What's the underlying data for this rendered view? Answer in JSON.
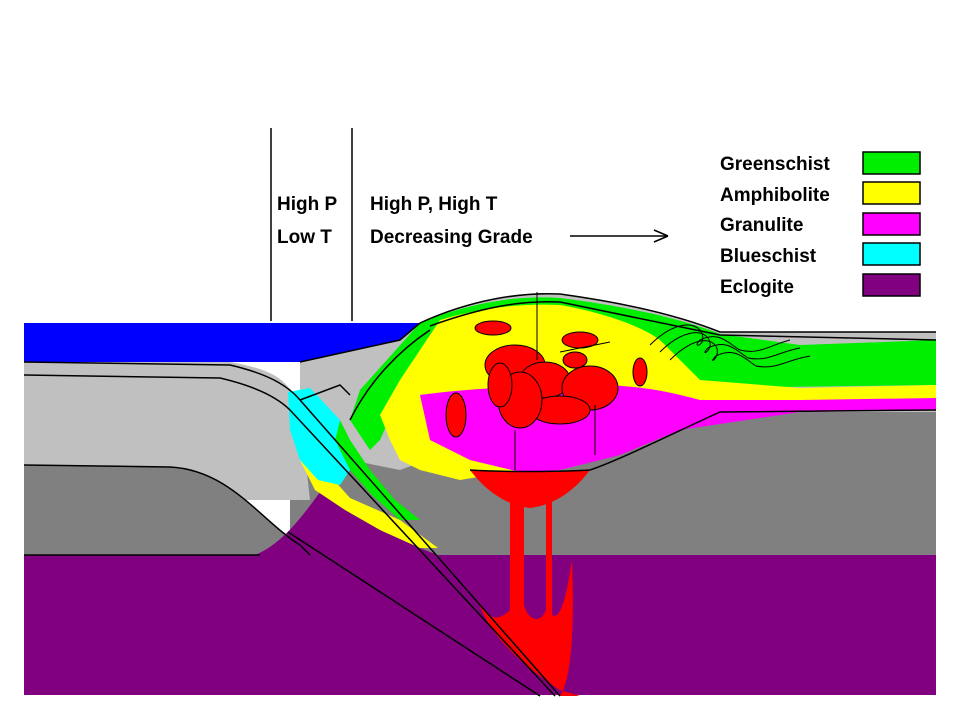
{
  "zone_labels": {
    "left": {
      "line1": "High P",
      "line2": "Low T"
    },
    "right": {
      "line1": "High P, High T",
      "line2": "Decreasing Grade"
    }
  },
  "legend": [
    {
      "label": "Greenschist",
      "color": "#00ee00"
    },
    {
      "label": "Amphibolite",
      "color": "#ffff00"
    },
    {
      "label": "Granulite",
      "color": "#ff00ff"
    },
    {
      "label": "Blueschist",
      "color": "#00ffff"
    },
    {
      "label": "Eclogite",
      "color": "#800080"
    }
  ],
  "colors": {
    "ocean": "#0000ff",
    "crust_light": "#c0c0c0",
    "crust_dark": "#808080",
    "mantle": "#800080",
    "magma": "#ff0000",
    "greenschist": "#00ee00",
    "amphibolite": "#ffff00",
    "granulite": "#ff00ff",
    "blueschist": "#00ffff",
    "outline": "#000000"
  }
}
